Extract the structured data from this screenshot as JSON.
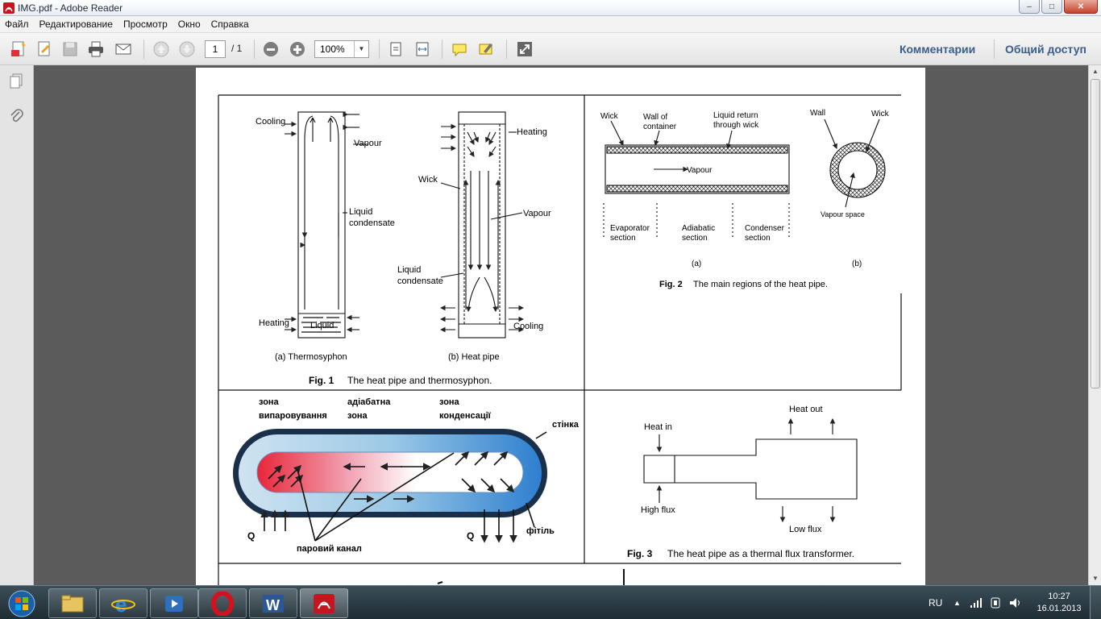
{
  "window": {
    "title": "IMG.pdf - Adobe Reader",
    "minimize": "–",
    "maximize": "□",
    "close": "✕"
  },
  "menu": [
    "Файл",
    "Редактирование",
    "Просмотр",
    "Окно",
    "Справка"
  ],
  "toolbar": {
    "page_current": "1",
    "page_total": "/ 1",
    "zoom": "100%",
    "zoom_arrow": "▼",
    "comments": "Комментарии",
    "share": "Общий доступ"
  },
  "scrollbar": {
    "up": "▲",
    "down": "▼"
  },
  "document": {
    "fig1": {
      "a": {
        "cooling": "Cooling",
        "vapour": "Vapour",
        "liquid": "Liquid",
        "condensate": "condensate",
        "heating": "Heating",
        "liquid_pool": "Liquid",
        "caption": "(a) Thermosyphon"
      },
      "b": {
        "heating": "Heating",
        "wick": "Wick",
        "vapour": "Vapour",
        "liquid": "Liquid",
        "condensate": "condensate",
        "cooling": "Cooling",
        "caption": "(b) Heat pipe"
      },
      "caption_num": "Fig. 1",
      "caption_text": "The heat pipe and thermosyphon."
    },
    "fig2": {
      "wick": "Wick",
      "wall1": "Wall of",
      "wall2": "container",
      "lr1": "Liquid return",
      "lr2": "through wick",
      "vapour": "Vapour",
      "evap1": "Evaporator",
      "evap2": "section",
      "adia1": "Adiabatic",
      "adia2": "section",
      "cond1": "Condenser",
      "cond2": "section",
      "a": "(a)",
      "b": "(b)",
      "wall_b": "Wall",
      "wick_b": "Wick",
      "vspace": "Vapour space",
      "caption_num": "Fig. 2",
      "caption_text": "The main regions of the heat pipe."
    },
    "ukr": {
      "zone1a": "зона",
      "zone1b": "випаровування",
      "zone2a": "адіабатна",
      "zone2b": "зона",
      "zone3a": "зона",
      "zone3b": "конденсації",
      "wall": "стінка",
      "wick": "фітіль",
      "channel": "паровий канал",
      "q1": "Q",
      "q2": "Q"
    },
    "fig3": {
      "heat_in": "Heat in",
      "heat_out": "Heat out",
      "high_flux": "High flux",
      "low_flux": "Low flux",
      "caption_num": "Fig. 3",
      "caption_text": "The heat pipe as a thermal flux transformer."
    }
  },
  "tray": {
    "lang": "RU",
    "show_hidden": "▲",
    "time": "10:27",
    "date": "16.01.2013"
  }
}
